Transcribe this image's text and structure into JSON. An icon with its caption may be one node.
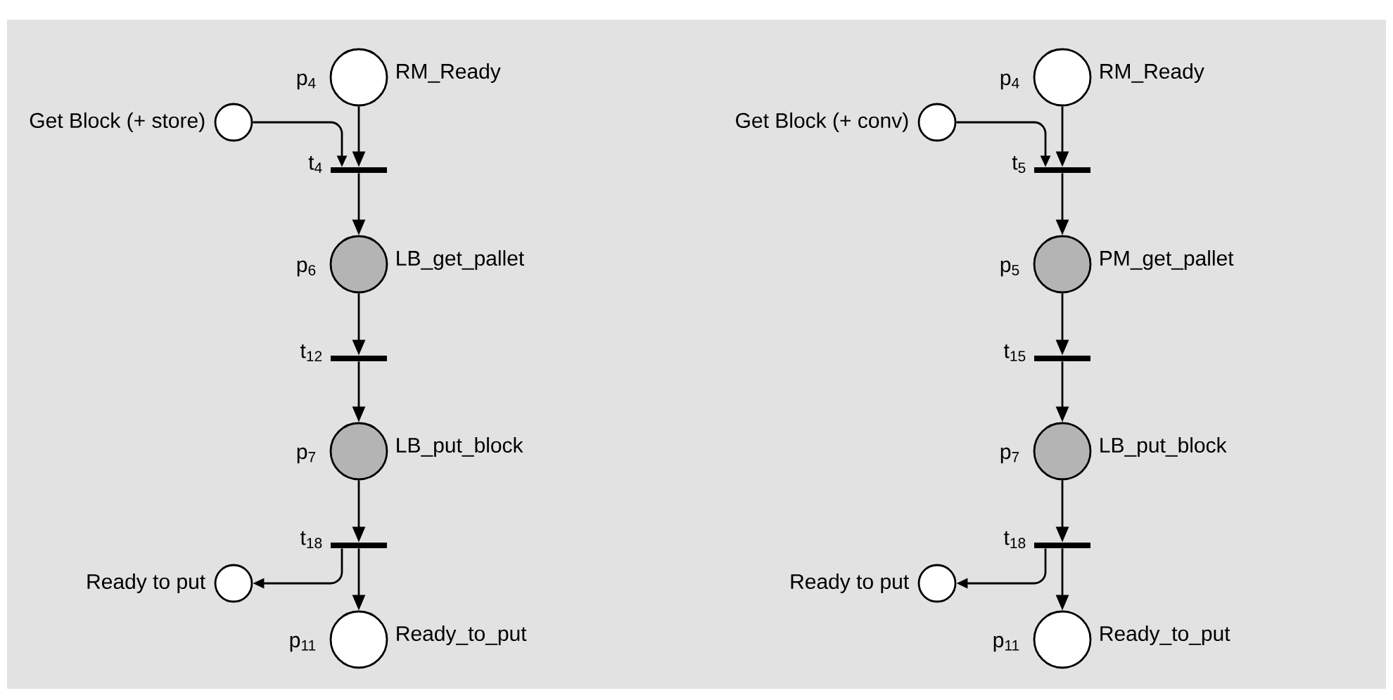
{
  "diagram": {
    "nodes": [
      {
        "text": [],
        "shape": "circle",
        "beside": [
          "p$_{4}$",
          "RM_Ready"
        ]
      },
      {
        "text": [],
        "shape": "circle",
        "beside": [
          "Get Block (+ store)"
        ]
      },
      {
        "text": [],
        "shape": "bar",
        "beside": [
          "t$_{4}$"
        ]
      },
      {
        "text": [],
        "shape": "circle",
        "beside": [
          "p$_{6}$",
          "LB_get_pallet"
        ]
      },
      {
        "text": [],
        "shape": "bar",
        "beside": [
          "t$_{12}$"
        ]
      },
      {
        "text": [],
        "shape": "circle",
        "beside": [
          "p$_{7}$",
          "LB_put_block"
        ]
      },
      {
        "text": [],
        "shape": "bar",
        "beside": [
          "t$_{18}$"
        ]
      },
      {
        "text": [],
        "shape": "circle",
        "beside": [
          "Ready to put"
        ]
      },
      {
        "text": [],
        "shape": "circle",
        "beside": [
          "p$_{11}$",
          "Ready_to_put"
        ]
      },
      {
        "text": [],
        "shape": "circle",
        "beside": [
          "p$_{4}$",
          "RM_Ready"
        ]
      },
      {
        "text": [],
        "shape": "circle",
        "beside": [
          "Get Block (+ conv)"
        ]
      },
      {
        "text": [],
        "shape": "bar",
        "beside": [
          "t$_{5}$"
        ]
      },
      {
        "text": [],
        "shape": "circle",
        "beside": [
          "p$_{5}$",
          "PM_get_pallet"
        ]
      },
      {
        "text": [],
        "shape": "bar",
        "beside": [
          "t$_{15}$"
        ]
      },
      {
        "text": [],
        "shape": "circle",
        "beside": [
          "p$_{7}$",
          "LB_put_block"
        ]
      },
      {
        "text": [],
        "shape": "bar",
        "beside": [
          "t$_{18}$"
        ]
      },
      {
        "text": [],
        "shape": "circle",
        "beside": [
          "Ready to put"
        ]
      },
      {
        "text": [],
        "shape": "circle",
        "beside": [
          "p$_{11}$",
          "Ready_to_put"
        ]
      }
    ],
    "edges": [
      {
        "from": 0,
        "to": 2,
        "arrow": "to"
      },
      {
        "from": 1,
        "to": 2,
        "arrow": "to"
      },
      {
        "from": 2,
        "to": 3,
        "arrow": "to"
      },
      {
        "from": 3,
        "to": 4,
        "arrow": "to"
      },
      {
        "from": 4,
        "to": 5,
        "arrow": "to"
      },
      {
        "from": 5,
        "to": 6,
        "arrow": "to"
      },
      {
        "from": 6,
        "to": 8,
        "arrow": "to"
      },
      {
        "from": 6,
        "to": 7,
        "arrow": "to"
      },
      {
        "from": 9,
        "to": 11,
        "arrow": "to"
      },
      {
        "from": 10,
        "to": 11,
        "arrow": "to"
      },
      {
        "from": 11,
        "to": 12,
        "arrow": "to"
      },
      {
        "from": 12,
        "to": 13,
        "arrow": "to"
      },
      {
        "from": 13,
        "to": 14,
        "arrow": "to"
      },
      {
        "from": 14,
        "to": 15,
        "arrow": "to"
      },
      {
        "from": 15,
        "to": 17,
        "arrow": "to"
      },
      {
        "from": 15,
        "to": 16,
        "arrow": "to"
      }
    ]
  }
}
